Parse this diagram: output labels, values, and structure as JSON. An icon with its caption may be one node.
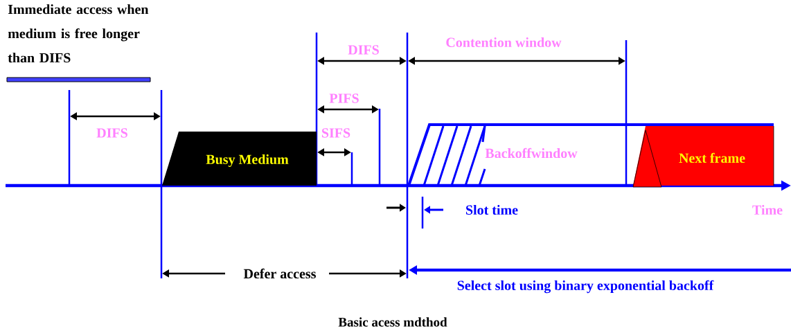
{
  "diagram": {
    "caption": "Basic  acess mdthod",
    "nodes": [
      {
        "text": [
          "Busy Medium"
        ]
      },
      {
        "text": [
          "Backoffwindow"
        ]
      },
      {
        "text": [
          "Next frame"
        ],
        "in": 1
      }
    ],
    "labels": [
      "Immediate access when medium is free longer than DIFS",
      "DIFS",
      "Contention window",
      "PIFS",
      "DIFS",
      "SIFS",
      "Slot time",
      "Time",
      "Defer access",
      "Select slot using binary exponential backoff"
    ]
  }
}
